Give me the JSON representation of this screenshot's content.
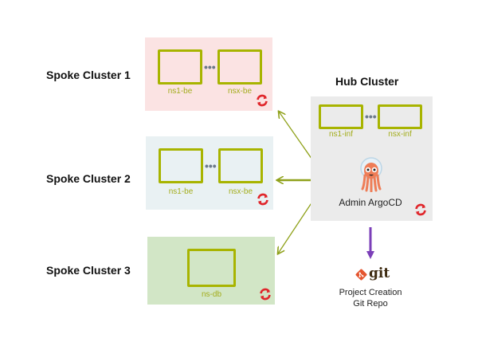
{
  "spokes": [
    {
      "label": "Spoke Cluster 1",
      "bg": "#fbe3e3",
      "namespaces": [
        "ns1-be",
        "nsx-be"
      ]
    },
    {
      "label": "Spoke Cluster 2",
      "bg": "#e9f1f3",
      "namespaces": [
        "ns1-be",
        "nsx-be"
      ]
    },
    {
      "label": "Spoke Cluster 3",
      "bg": "#d2e6c6",
      "namespaces": [
        "ns-db"
      ]
    }
  ],
  "hub": {
    "title": "Hub Cluster",
    "bg": "#ebebeb",
    "namespaces": [
      "ns1-inf",
      "nsx-inf"
    ],
    "argocd_label": "Admin ArgoCD"
  },
  "git": {
    "logo_text": "git",
    "caption_line1": "Project Creation",
    "caption_line2": "Git Repo"
  },
  "icons": {
    "sync": "openshift-sync-icon",
    "argocd": "argocd-octopus-icon",
    "git": "git-logo-icon"
  },
  "colors": {
    "namespace_border": "#a8b400",
    "arrow_green": "#8fa11a",
    "arrow_purple": "#7b3fb8",
    "sync_red": "#e0262b",
    "git_orange": "#e4552f",
    "git_text": "#3e2c12"
  }
}
